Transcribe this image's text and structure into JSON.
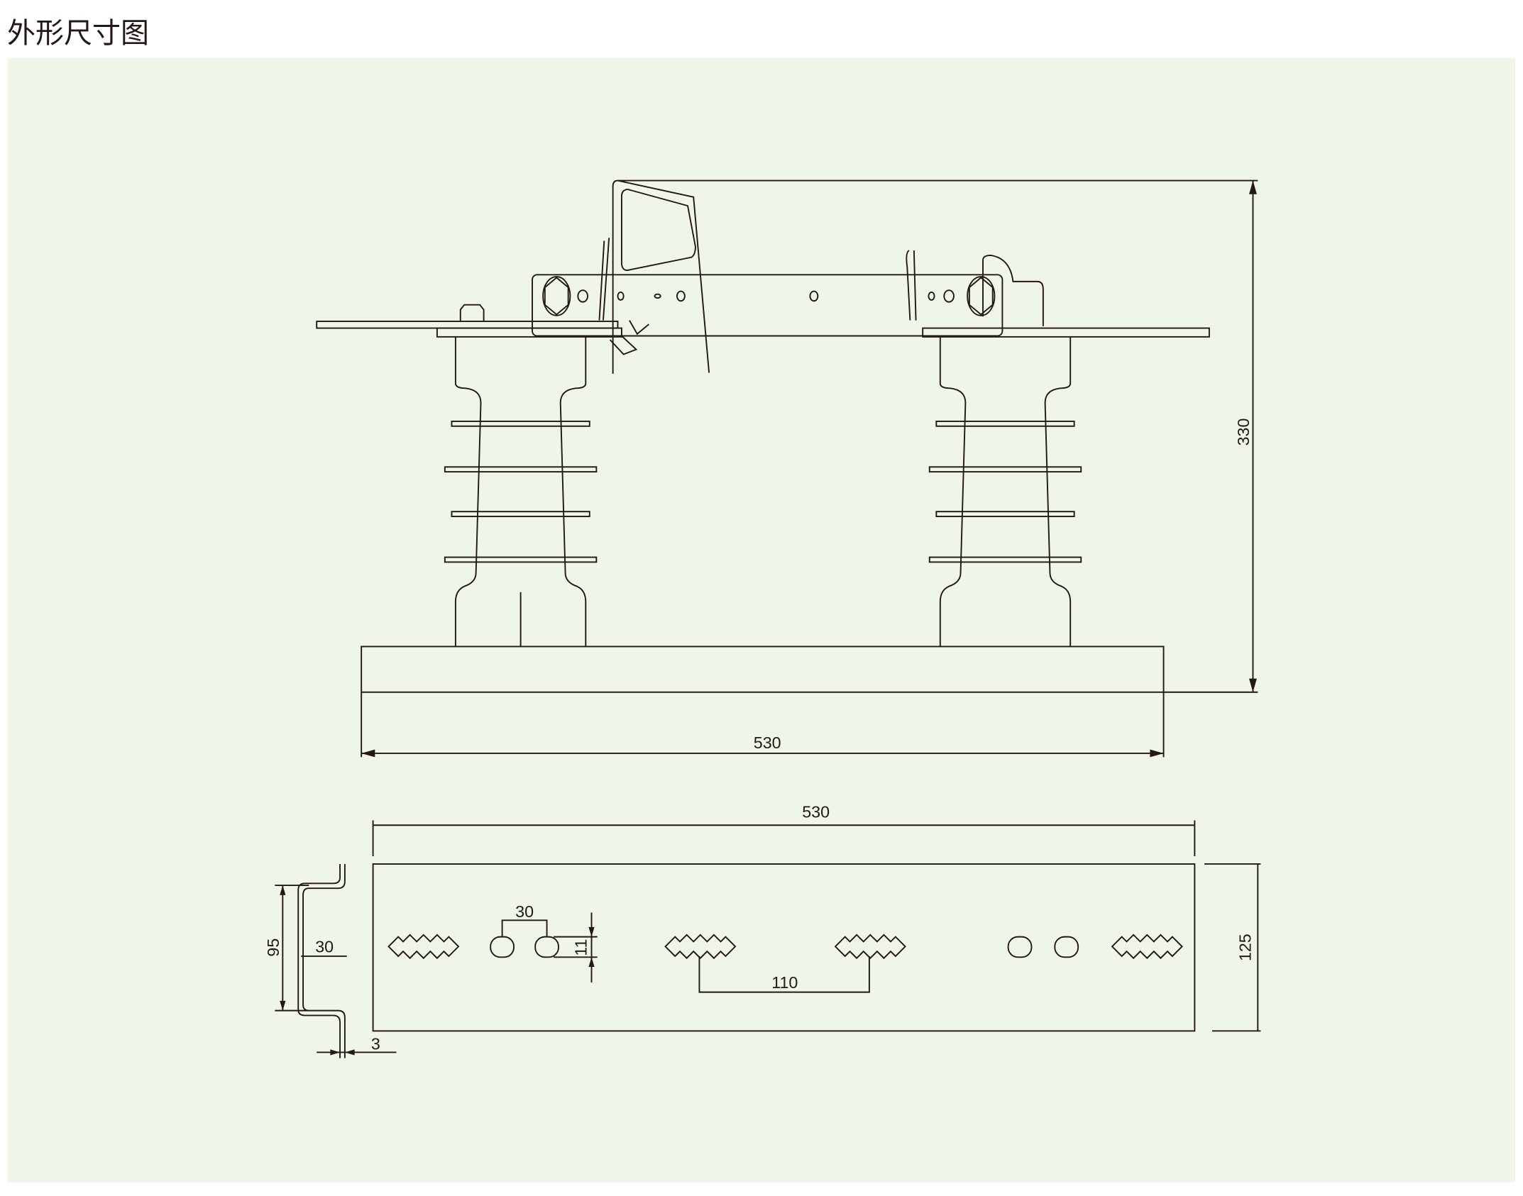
{
  "title": "外形尺寸图",
  "colors": {
    "panel": "#eff5e9",
    "line": "#231815"
  },
  "dimensions": {
    "height": "330",
    "front_width": "530",
    "plate_width": "530",
    "plate_depth": "125",
    "hole_spacing": "30",
    "hole_height": "11",
    "slot_spacing": "110",
    "profile_height": "95",
    "profile_flange": "30",
    "thickness": "3"
  }
}
